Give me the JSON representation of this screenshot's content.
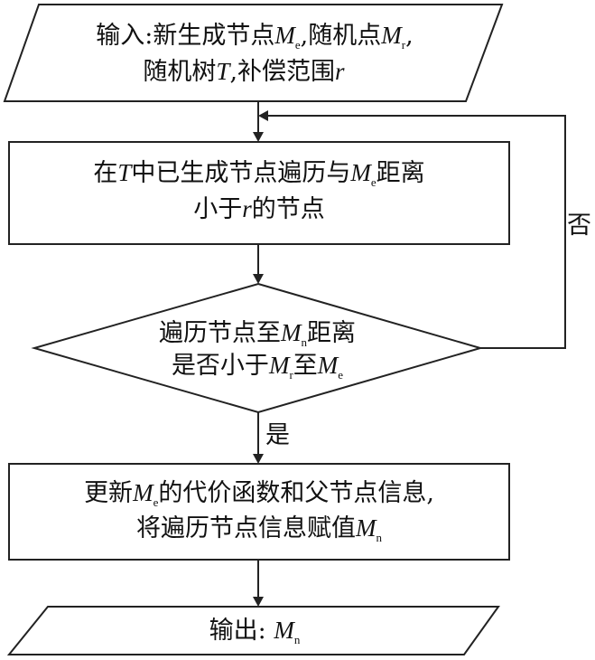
{
  "input": {
    "line1_a": "输入:新生成节点",
    "m": "M",
    "sub_e": "e",
    "line1_b": ",随机点",
    "sub_r": "r",
    "line1_c": ",",
    "line2_a": "随机树",
    "t": "T",
    "line2_b": ",补偿范围",
    "r": "r"
  },
  "traverse": {
    "line1_a": "在",
    "t": "T",
    "line1_b": "中已生成节点遍历与",
    "m": "M",
    "sub_e": "e",
    "line1_c": "距离",
    "line2_a": "小于",
    "r": "r",
    "line2_b": "的节点"
  },
  "decision": {
    "line1_a": "遍历节点至",
    "m": "M",
    "sub_n": "n",
    "line1_b": "距离",
    "line2_a": "是否小于",
    "sub_r": "r",
    "line2_b": "至",
    "sub_e": "e"
  },
  "branches": {
    "no": "否",
    "yes": "是"
  },
  "update": {
    "line1_a": "更新",
    "m": "M",
    "sub_e": "e",
    "line1_b": "的代价函数和父节点信息,",
    "line2_a": "将遍历节点信息赋值",
    "sub_n": "n"
  },
  "output": {
    "label": "输出: ",
    "m": "M",
    "sub_n": "n"
  }
}
